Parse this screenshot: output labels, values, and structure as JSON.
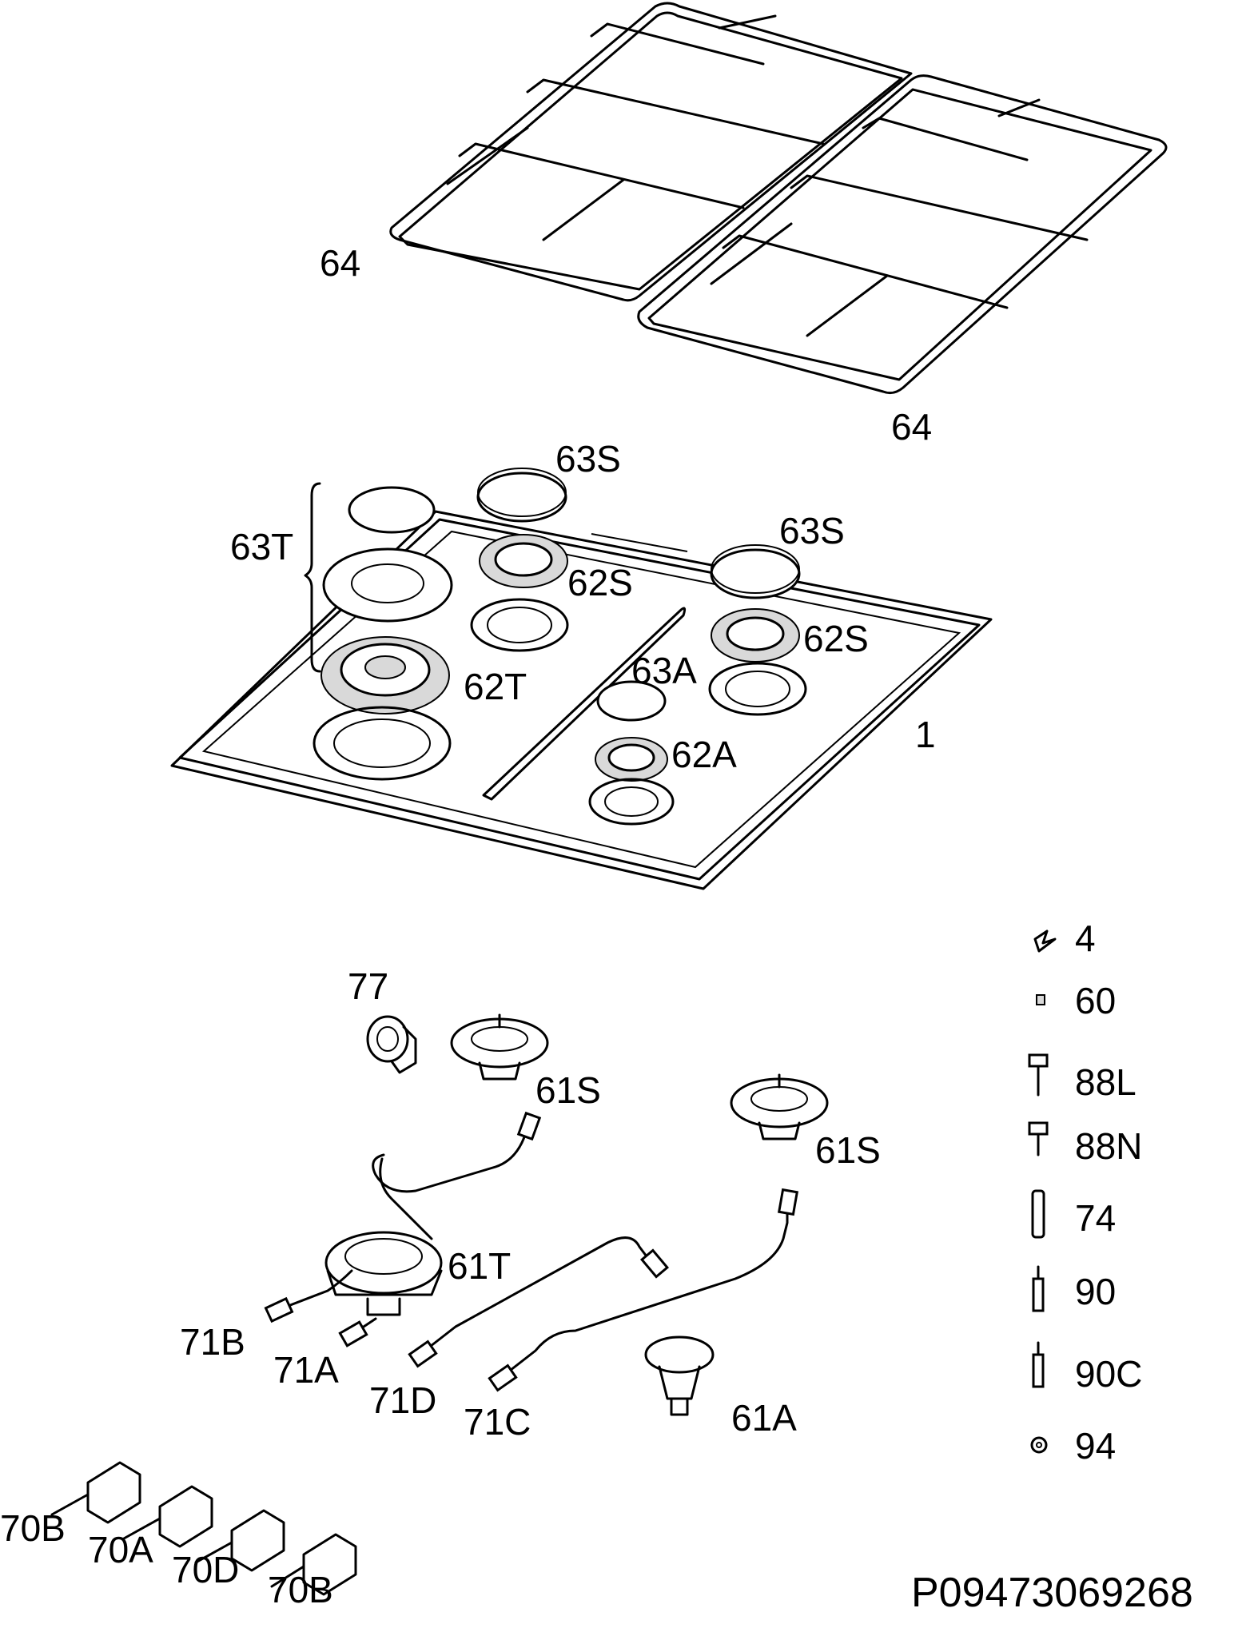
{
  "document_code": "P09473069268",
  "labels": {
    "grid_left": "64",
    "grid_right": "64",
    "cap_top_left": "63S",
    "cap_top_right": "63S",
    "cap_triple": "63T",
    "crown_small_left": "62S",
    "crown_small_right": "62S",
    "crown_triple": "62T",
    "cap_aux": "63A",
    "crown_aux": "62A",
    "hob_top": "1",
    "elbow": "77",
    "burner_small_left": "61S",
    "burner_small_right": "61S",
    "burner_triple": "61T",
    "burner_aux": "61A",
    "pipe_71B": "71B",
    "pipe_71A": "71A",
    "pipe_71D": "71D",
    "pipe_71C": "71C",
    "tap_70B_left": "70B",
    "tap_70A": "70A",
    "tap_70D": "70D",
    "tap_70B_right": "70B"
  },
  "legend": [
    {
      "code": "4",
      "icon": "clip-icon"
    },
    {
      "code": "60",
      "icon": "nut-icon"
    },
    {
      "code": "88L",
      "icon": "screw-long-icon"
    },
    {
      "code": "88N",
      "icon": "screw-short-icon"
    },
    {
      "code": "74",
      "icon": "sleeve-icon"
    },
    {
      "code": "90",
      "icon": "spark-electrode-icon"
    },
    {
      "code": "90C",
      "icon": "spark-electrode-cable-icon"
    },
    {
      "code": "94",
      "icon": "washer-icon"
    }
  ]
}
